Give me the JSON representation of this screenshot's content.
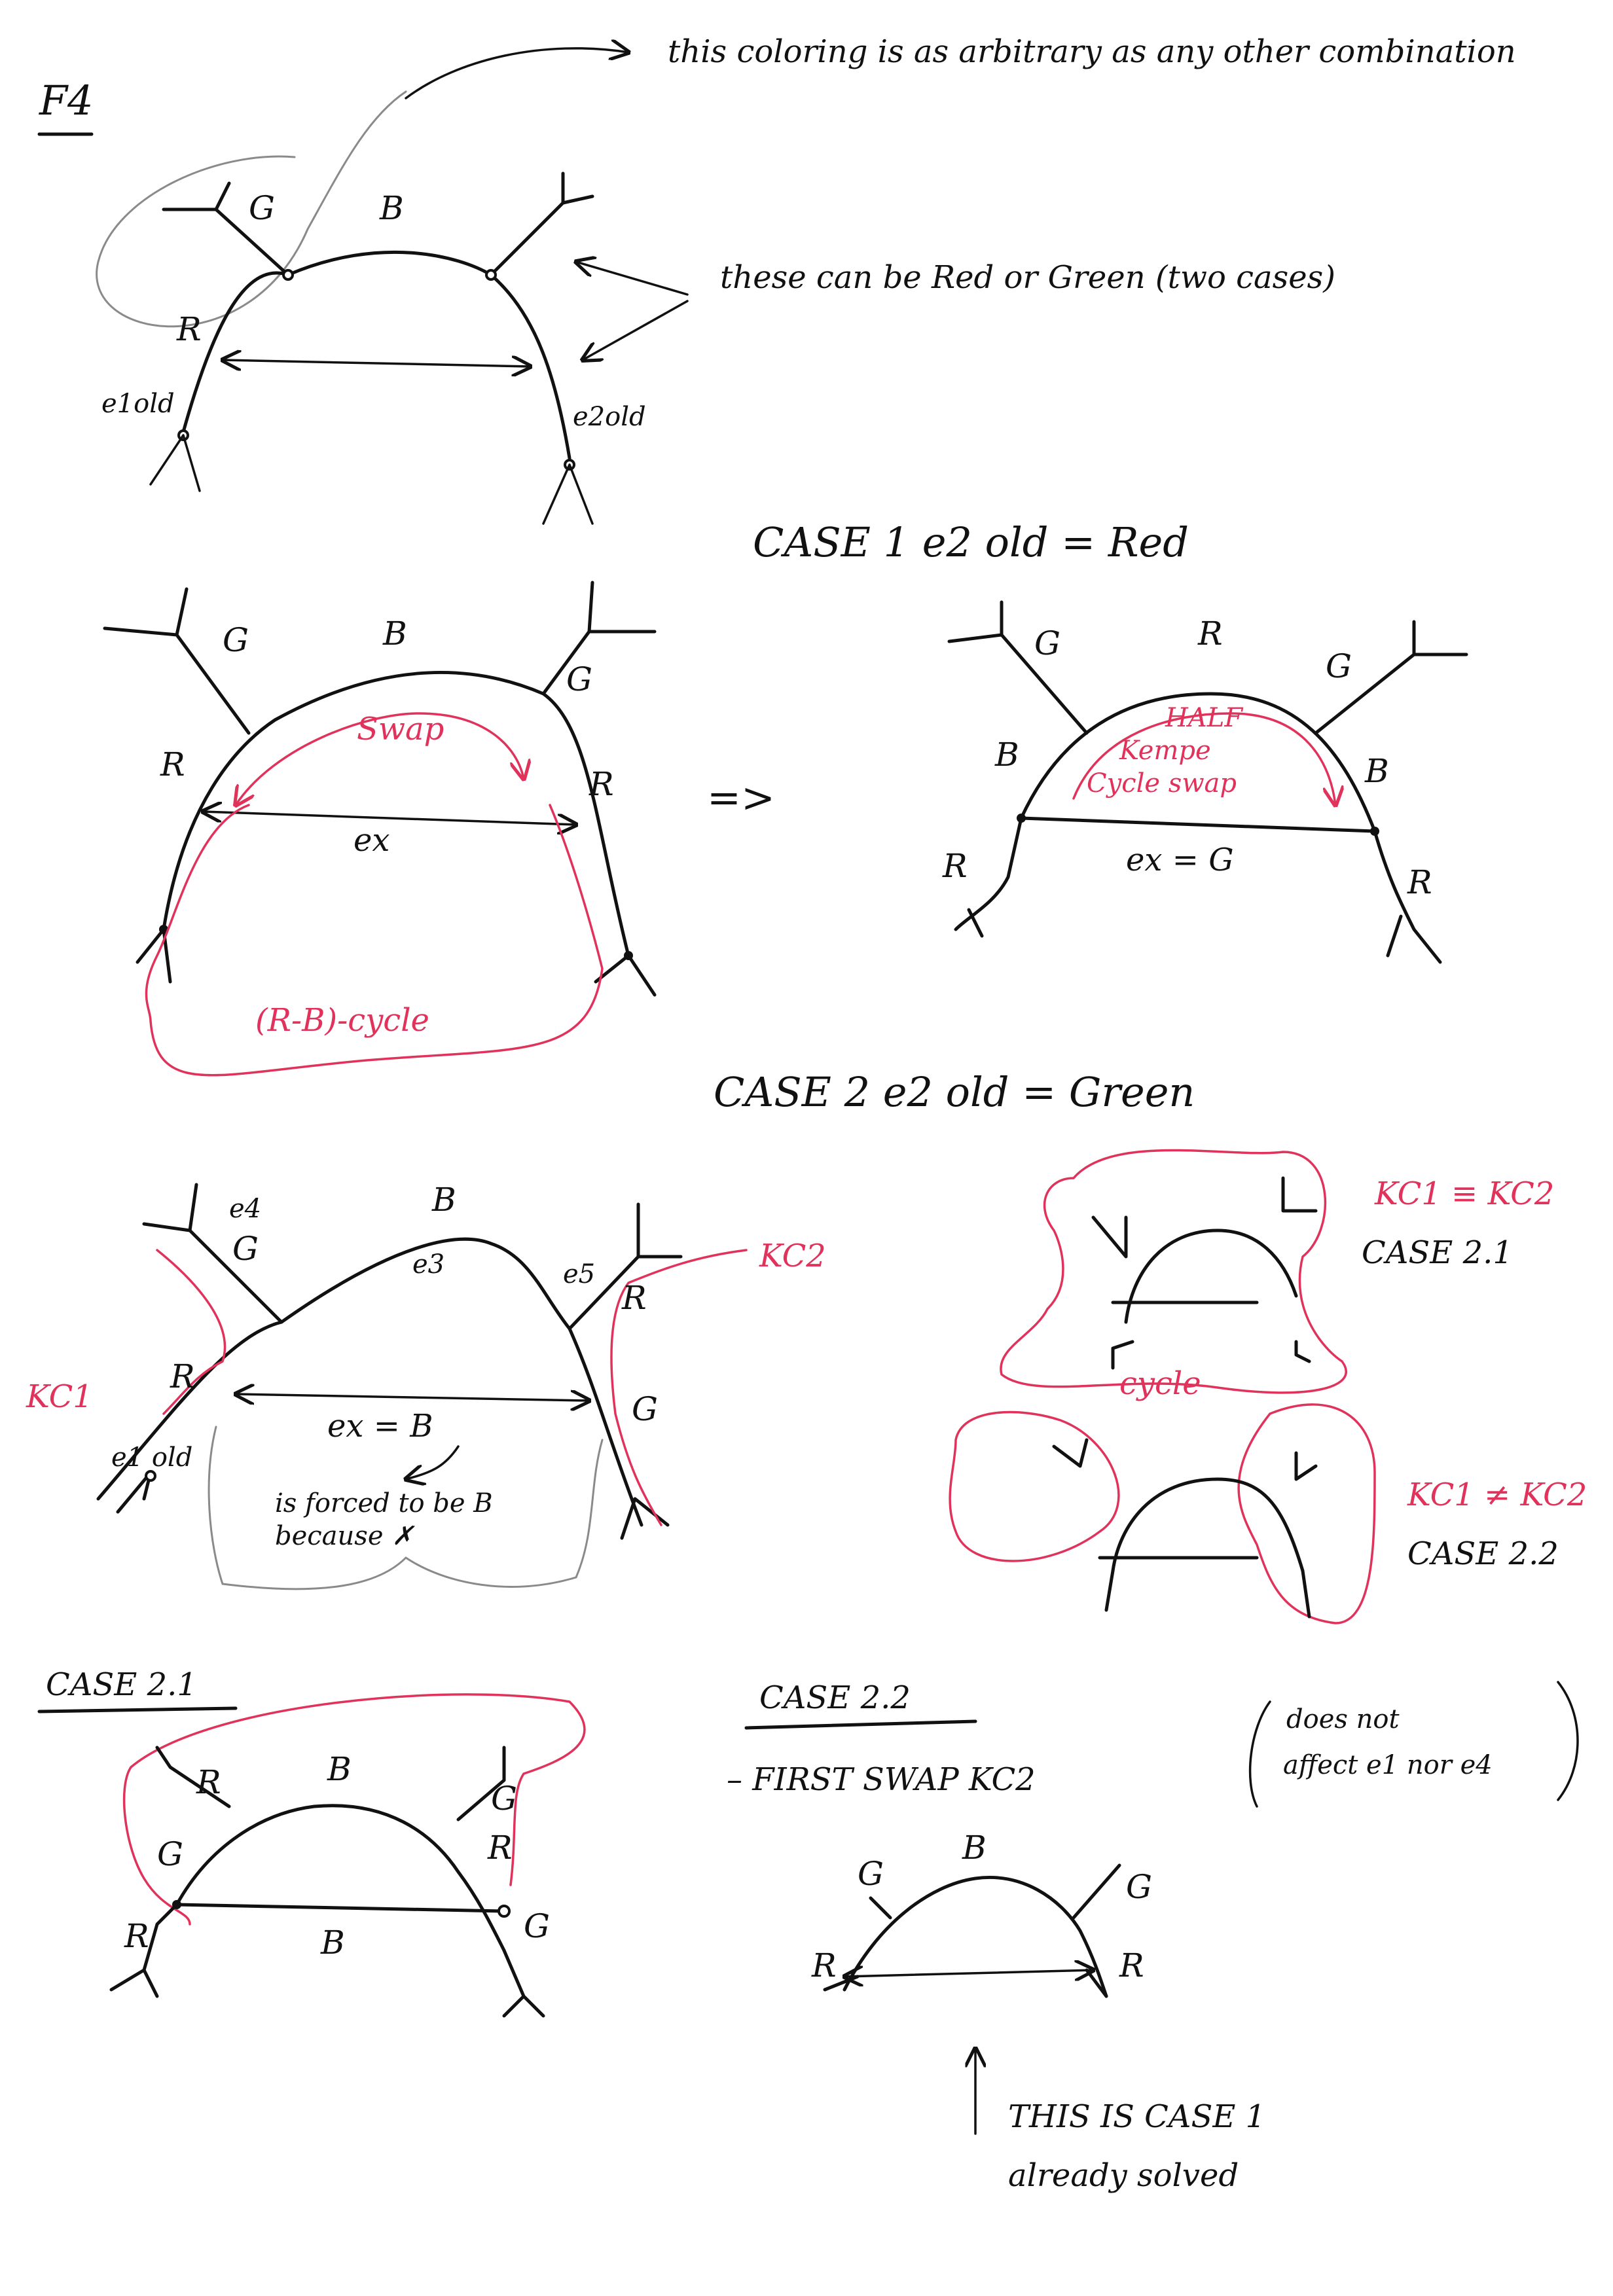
{
  "figure": {
    "label": "F4",
    "top_note": "this coloring is as arbitrary as any other combination",
    "cases_note": "these can be Red or Green (two cases)",
    "top_labels": {
      "g": "G",
      "b": "B",
      "r": "R",
      "e1": "e1old",
      "e2": "e2old"
    },
    "colors": {
      "ink": "#111111",
      "red_pen": "#e0325a",
      "gray_pen": "#8a8a8a"
    }
  },
  "case1": {
    "title": "CASE 1   e2 old = Red",
    "left": {
      "g1": "G",
      "b": "B",
      "g2": "G",
      "r1": "R",
      "r2": "R",
      "swap": "Swap",
      "ex": "ex",
      "cycle": "(R-B)-cycle"
    },
    "arrow": "=>",
    "right": {
      "g1": "G",
      "r": "R",
      "g2": "G",
      "b1": "B",
      "b2": "B",
      "r1": "R",
      "r2": "R",
      "ex": "ex = G",
      "note": [
        "HALF",
        "Kempe",
        "Cycle swap"
      ]
    }
  },
  "case2": {
    "title": "CASE 2   e2 old = Green",
    "main": {
      "e4": "e4",
      "g": "G",
      "b": "B",
      "e3": "e3",
      "e5": "e5",
      "r1": "R",
      "r2": "R",
      "g2": "G",
      "e1": "e1 old",
      "kc1": "KC1",
      "kc2": "KC2",
      "ex": "ex = B",
      "forced": [
        "is forced to be B",
        "because ✗"
      ]
    },
    "sub1": {
      "title": "KC1 ≡ KC2",
      "case": "CASE 2.1",
      "cycle": "cycle"
    },
    "sub2": {
      "title": "KC1 ≠ KC2",
      "case": "CASE 2.2"
    }
  },
  "case21": {
    "title": "CASE 2.1",
    "labels": {
      "r1": "R",
      "b": "B",
      "g1": "G",
      "g2": "G",
      "r2": "R",
      "r3": "R",
      "g3": "G",
      "b2": "B"
    }
  },
  "case22": {
    "title": "CASE 2.2",
    "step": "– FIRST SWAP KC2",
    "paren": [
      "does not",
      "affect e1 nor e4"
    ],
    "labels": {
      "g1": "G",
      "b": "B",
      "g2": "G",
      "r1": "R",
      "r2": "R"
    },
    "conclusion": [
      "THIS IS CASE 1",
      "already solved"
    ]
  }
}
